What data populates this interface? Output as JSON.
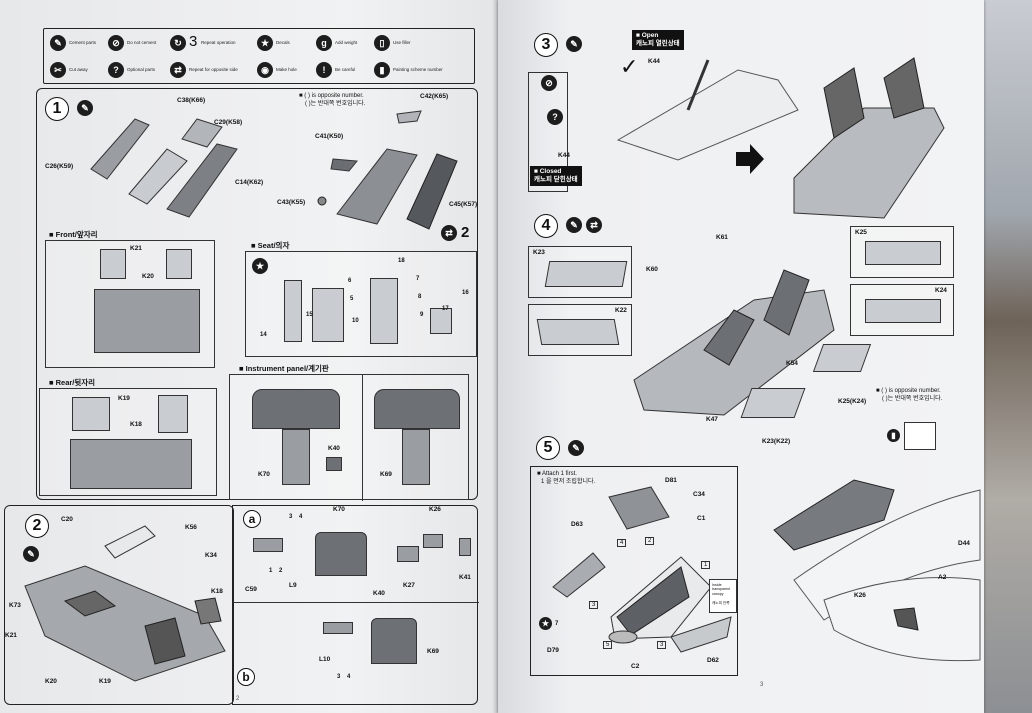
{
  "legend": {
    "items": [
      {
        "icon": "cement-icon",
        "text": "Cement parts"
      },
      {
        "icon": "no-cement-icon",
        "text": "Do not cement"
      },
      {
        "icon": "repeat-icon",
        "num": "3",
        "text": "Repeat operation"
      },
      {
        "icon": "decal-icon",
        "text": "Decals"
      },
      {
        "icon": "weight-icon",
        "text": "Add weight"
      },
      {
        "icon": "filler-icon",
        "text": "Use filler"
      },
      {
        "icon": "cut-icon",
        "text": "Cut away"
      },
      {
        "icon": "optional-icon",
        "text": "Optional parts"
      },
      {
        "icon": "opposite-side-icon",
        "text": "Repeat for opposite side"
      },
      {
        "icon": "drill-icon",
        "text": "Make hole"
      },
      {
        "icon": "careful-icon",
        "text": "Be careful"
      },
      {
        "icon": "paint-icon",
        "text": "Painting scheme number"
      }
    ]
  },
  "step1": {
    "number": "1",
    "note_line1": "■ ( ) is opposite number.",
    "note_line2": "( )는 반대쪽 번호입니다.",
    "parts": [
      "C38(K66)",
      "C29(K58)",
      "C26(K59)",
      "C14(K62)",
      "C43(K55)",
      "C42(K65)",
      "C41(K50)",
      "C45(K57)"
    ],
    "repeat_num": "2",
    "front_heading": "■ Front/앞자리",
    "front_parts": [
      "K21",
      "K20"
    ],
    "seat_heading": "■ Seat/의자",
    "seat_callouts": [
      "18",
      "7",
      "6",
      "8",
      "5",
      "15",
      "16",
      "9",
      "10",
      "17",
      "14"
    ],
    "rear_heading": "■ Rear/뒷자리",
    "rear_parts": [
      "K19",
      "K18"
    ],
    "instrument_heading": "■ Instrument panel/계기판",
    "instrument_parts": [
      "K70",
      "K40",
      "K69"
    ]
  },
  "step2": {
    "number": "2",
    "parts": [
      "C20",
      "K56",
      "K34",
      "K18",
      "K73",
      "K21",
      "K20",
      "K19"
    ],
    "sub_a": "a",
    "sub_a_parts": [
      "C59",
      "L9",
      "K70",
      "K40",
      "K27",
      "K26",
      "K41"
    ],
    "sub_a_callouts": [
      "3",
      "4",
      "1",
      "2"
    ],
    "sub_b": "b",
    "sub_b_parts": [
      "L10",
      "K69"
    ],
    "sub_b_callouts": [
      "3",
      "4"
    ]
  },
  "step3": {
    "number": "3",
    "open_banner": "■ Open",
    "open_sub": "캐노피 열린상태",
    "closed_banner": "■ Closed",
    "closed_sub": "캐노피 닫힌상태",
    "parts": [
      "K44",
      "K44"
    ]
  },
  "step4": {
    "number": "4",
    "parts": [
      "K61",
      "K60",
      "K23",
      "K22",
      "K25",
      "K24",
      "K54",
      "K47",
      "K23(K22)",
      "K25(K24)"
    ],
    "note_line1": "■ ( ) is opposite number.",
    "note_line2": "( )는 반대쪽 번호입니다."
  },
  "step5": {
    "number": "5",
    "attach_line1": "■ Attach 1 first.",
    "attach_line2": "1 을 먼저 조립합니다.",
    "parts": [
      "D81",
      "C34",
      "C1",
      "D63",
      "D79",
      "C2",
      "D62",
      "D44",
      "A2",
      "K26"
    ],
    "boxed_nums": [
      "4",
      "2",
      "1",
      "3",
      "5",
      "3"
    ],
    "star_num": "7",
    "paint_label": "Inside transparent canopy",
    "paint_sub": "캐노피 안쪽"
  },
  "pages": {
    "left": "2",
    "right": "3"
  }
}
